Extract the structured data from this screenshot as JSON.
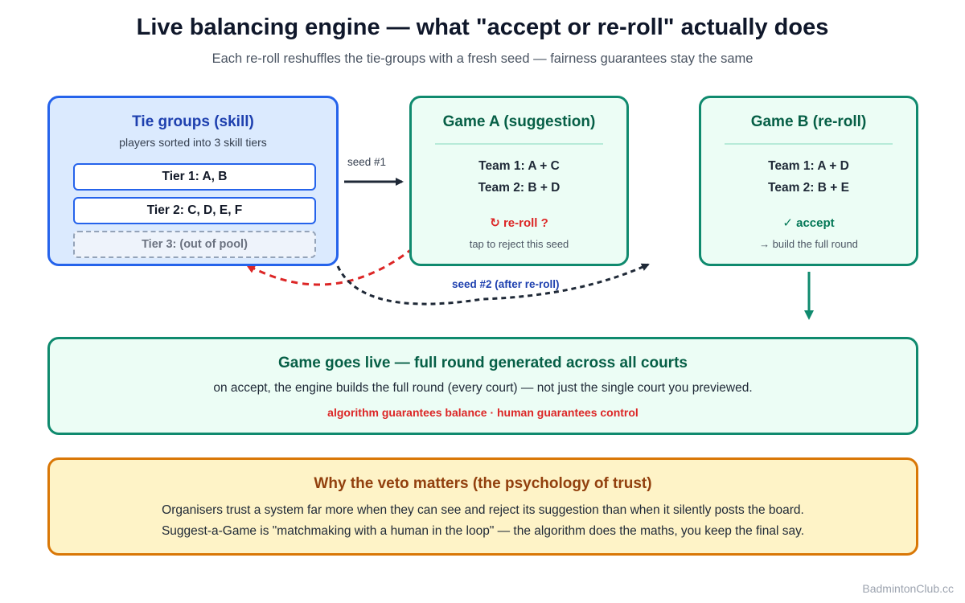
{
  "header": {
    "title": "Live balancing engine — what \"accept or re-roll\" actually does",
    "subtitle": "Each re-roll reshuffles the tie-groups with a fresh seed — fairness guarantees stay the same"
  },
  "tie_groups": {
    "title": "Tie groups (skill)",
    "subtitle": "players sorted into 3 skill tiers",
    "tiers": [
      "Tier 1: A, B",
      "Tier 2: C, D, E, F",
      "Tier 3: (out of pool)"
    ]
  },
  "game_a": {
    "title": "Game A (suggestion)",
    "team1": "Team 1: A + C",
    "team2": "Team 2: B + D",
    "action": "↻ re-roll ?",
    "hint": "tap to reject this seed"
  },
  "game_b": {
    "title": "Game B (re-roll)",
    "team1": "Team 1: A + D",
    "team2": "Team 2: B + E",
    "action": "✓ accept",
    "hint": "→ build the full round"
  },
  "arrows": {
    "seed1": "seed #1",
    "seed2": "seed #2 (after re-roll)"
  },
  "live": {
    "title": "Game goes live — full round generated across all courts",
    "description": "on accept, the engine builds the full round (every court) — not just the single court you previewed.",
    "note": "algorithm guarantees balance · human guarantees control"
  },
  "veto": {
    "title": "Why the veto matters (the psychology of trust)",
    "lines": [
      "Organisers trust a system far more when they can see and reject its suggestion than when it silently posts the board.",
      "Suggest-a-Game is \"matchmaking with a human in the loop\" — the algorithm does the maths, you keep the final say."
    ]
  },
  "brand": "BadmintonClub.cc",
  "colors": {
    "tie_border": "#2563eb",
    "game_border": "#0f8a6e",
    "reroll": "#dc2626",
    "veto_border": "#d97706"
  }
}
